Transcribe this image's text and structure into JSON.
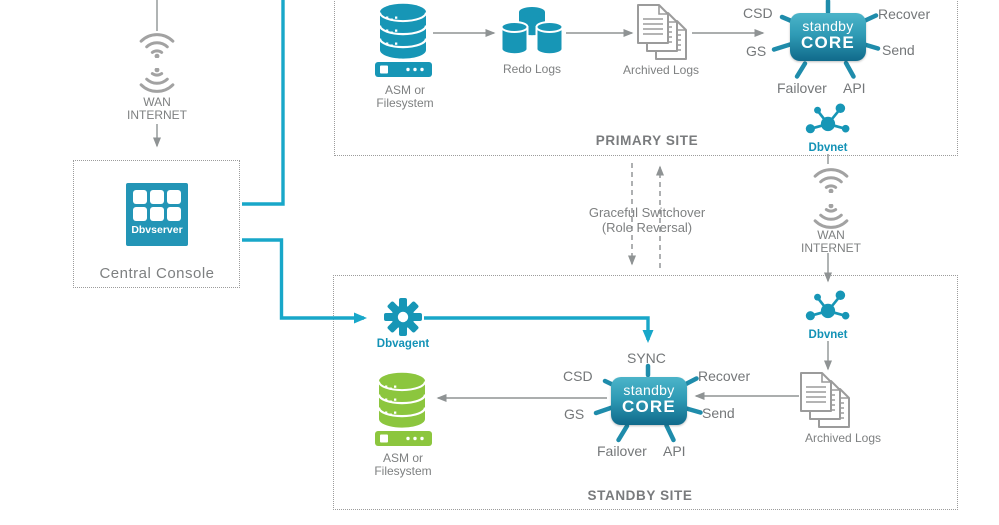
{
  "colors": {
    "teal_icon": "#1796b6",
    "teal_accent": "#18a7c9",
    "core_gradient_top": "#4cb4c9",
    "core_gradient_bottom": "#106a8b",
    "green": "#8cc63e",
    "gray_icon": "#9b9b9b",
    "gray_text": "#7e8081"
  },
  "wan_top": {
    "line1": "WAN",
    "line2": "INTERNET"
  },
  "central_console": {
    "label": "Central Console",
    "server_label": "Dbvserver"
  },
  "primary_site": {
    "label": "PRIMARY SITE",
    "asm": {
      "line1": "ASM or",
      "line2": "Filesystem"
    },
    "redo_logs": "Redo Logs",
    "archived_logs": "Archived Logs",
    "core": {
      "title_top": "standby",
      "title_bottom": "CORE",
      "labels": {
        "csd": "CSD",
        "gs": "GS",
        "recover": "Recover",
        "send": "Send",
        "failover": "Failover",
        "api": "API"
      }
    },
    "dbvnet": "Dbvnet"
  },
  "switchover": {
    "line1": "Graceful Switchover",
    "line2": "(Role Reversal)"
  },
  "wan_right": {
    "line1": "WAN",
    "line2": "INTERNET"
  },
  "standby_site": {
    "label": "STANDBY SITE",
    "dbvagent": "Dbvagent",
    "sync": "SYNC",
    "core": {
      "title_top": "standby",
      "title_bottom": "CORE",
      "labels": {
        "csd": "CSD",
        "gs": "GS",
        "recover": "Recover",
        "send": "Send",
        "failover": "Failover",
        "api": "API"
      }
    },
    "dbvnet": "Dbvnet",
    "archived_logs": "Archived Logs",
    "asm": {
      "line1": "ASM or",
      "line2": "Filesystem"
    }
  }
}
